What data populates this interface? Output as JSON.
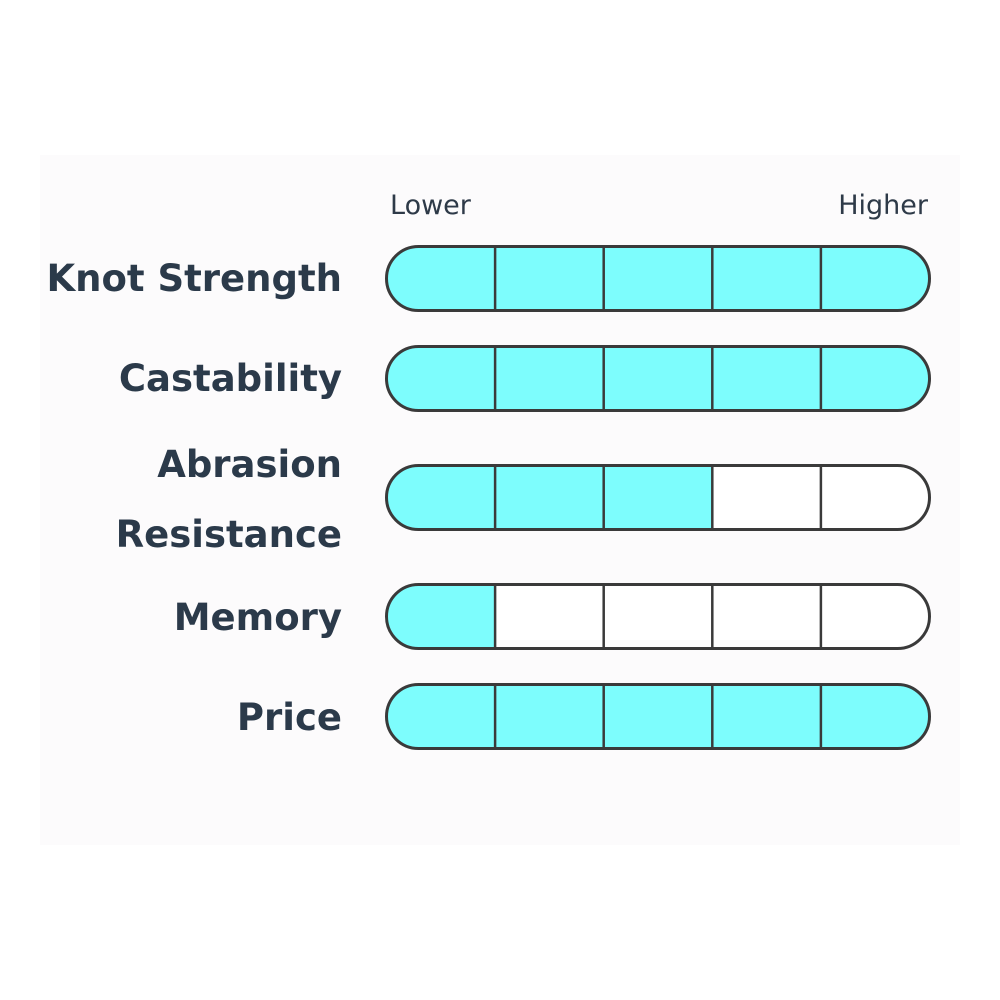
{
  "chart_data": {
    "type": "bar",
    "scale": {
      "low_label": "Lower",
      "high_label": "Higher",
      "segments": 5
    },
    "categories": [
      "Knot Strength",
      "Castability",
      "Abrasion Resistance",
      "Memory",
      "Price"
    ],
    "category_lines": [
      [
        "Knot Strength"
      ],
      [
        "Castability"
      ],
      [
        "Abrasion",
        "Resistance"
      ],
      [
        "Memory"
      ],
      [
        "Price"
      ]
    ],
    "values": [
      5,
      5,
      3,
      1,
      5
    ],
    "ylim": [
      0,
      5
    ],
    "colors": {
      "filled": "#7dfdfd",
      "empty": "#ffffff",
      "outline": "#3a3a3a",
      "text": "#2b3a4a"
    }
  }
}
